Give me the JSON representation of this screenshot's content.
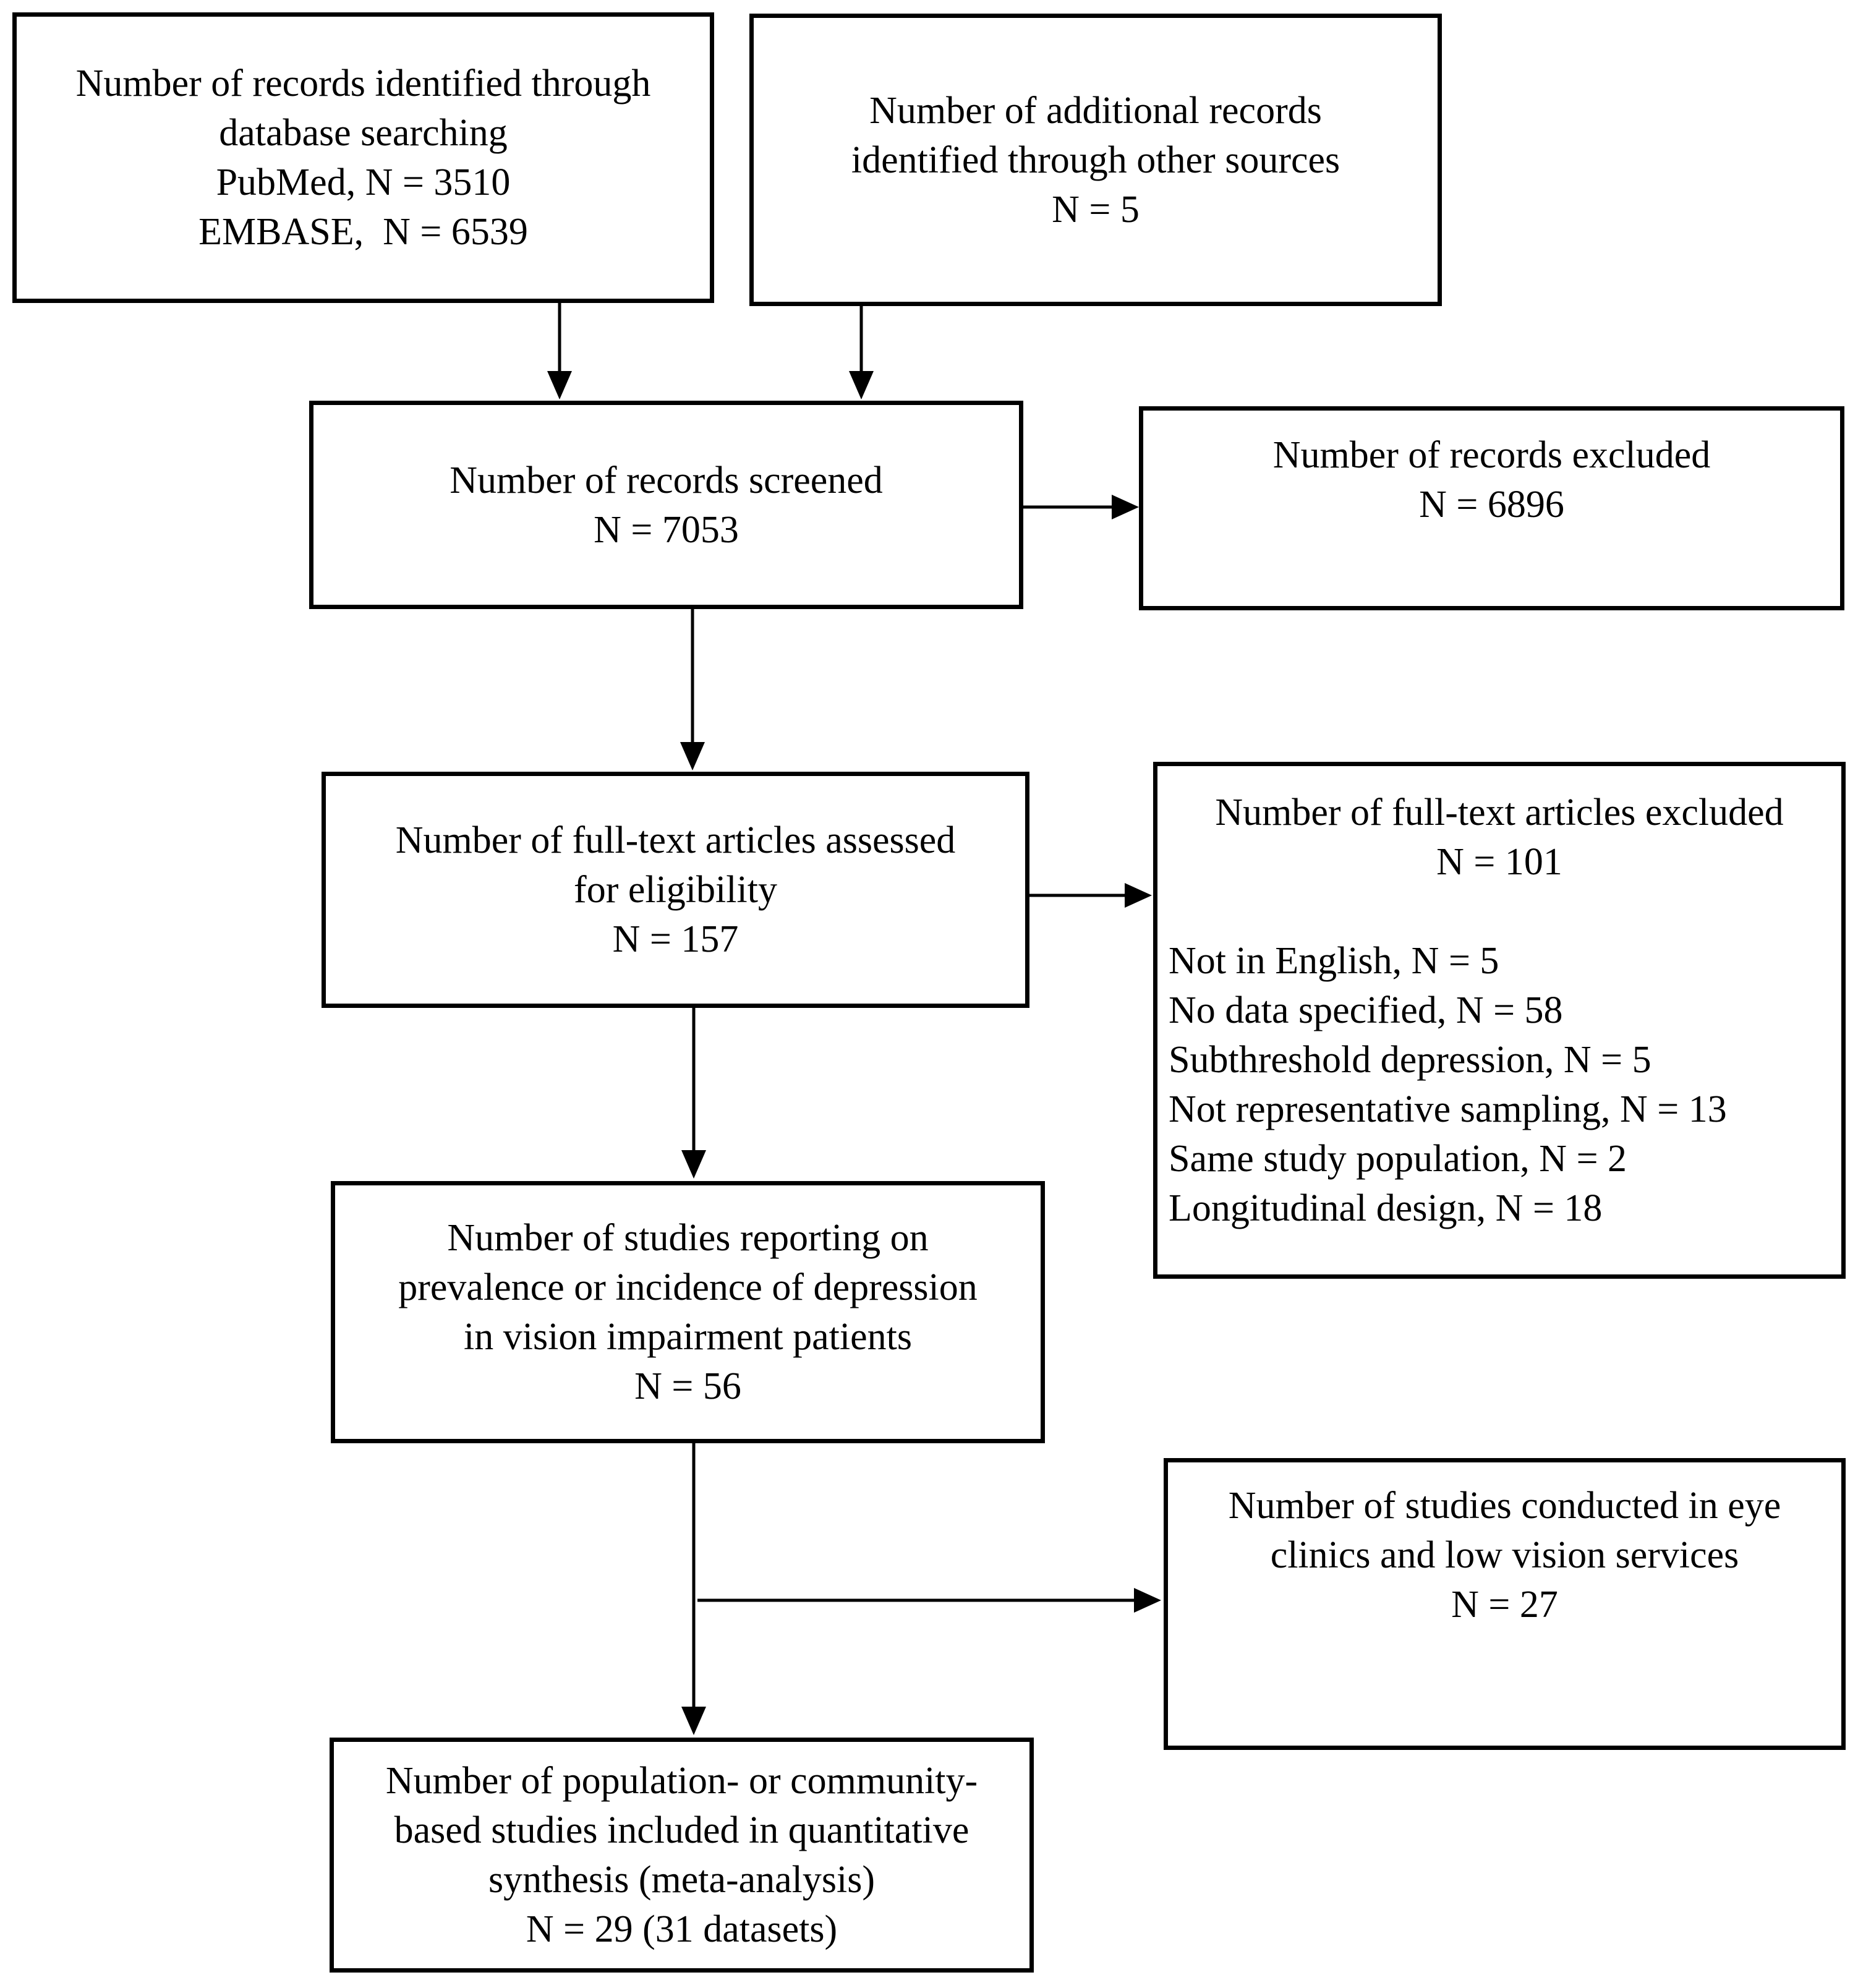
{
  "diagram": {
    "type": "flowchart",
    "description": "Study selection flow diagram (PRISMA-style) for meta-analysis of depression in vision impairment",
    "nodes": {
      "identified_database": {
        "lines": [
          "Number of records identified through",
          "database searching",
          "PubMed, N = 3510",
          "EMBASE,  N = 6539"
        ]
      },
      "identified_other": {
        "lines": [
          "Number of additional records",
          "identified through other sources",
          "N = 5"
        ]
      },
      "screened": {
        "lines": [
          "Number of records screened",
          "N = 7053"
        ]
      },
      "records_excluded": {
        "lines": [
          "Number of records excluded",
          "N = 6896"
        ]
      },
      "fulltext_assessed": {
        "lines": [
          "Number of full-text articles assessed",
          "for eligibility",
          "N = 157"
        ]
      },
      "fulltext_excluded": {
        "header_lines": [
          "Number of full-text articles excluded",
          "N = 101"
        ],
        "reasons": [
          "Not in English, N = 5",
          "No data specified, N = 58",
          "Subthreshold depression, N = 5",
          "Not representative sampling, N = 13",
          "Same study population, N = 2",
          "Longitudinal design, N = 18"
        ]
      },
      "studies_reporting": {
        "lines": [
          "Number of studies reporting on",
          "prevalence or incidence of depression",
          "in vision impairment patients",
          "N = 56"
        ]
      },
      "eye_clinics": {
        "lines": [
          "Number of studies conducted in eye",
          "clinics and low vision services",
          "N = 27"
        ]
      },
      "included_quantitative": {
        "lines": [
          "Number of population- or community-",
          "based studies included in quantitative",
          "synthesis (meta-analysis)",
          "N = 29 (31 datasets)"
        ]
      }
    },
    "edges": [
      {
        "from": "identified_database",
        "to": "screened"
      },
      {
        "from": "identified_other",
        "to": "screened"
      },
      {
        "from": "screened",
        "to": "records_excluded"
      },
      {
        "from": "screened",
        "to": "fulltext_assessed"
      },
      {
        "from": "fulltext_assessed",
        "to": "fulltext_excluded"
      },
      {
        "from": "fulltext_assessed",
        "to": "studies_reporting"
      },
      {
        "from": "studies_reporting",
        "to": "eye_clinics"
      },
      {
        "from": "studies_reporting",
        "to": "included_quantitative"
      }
    ],
    "colors": {
      "line": "#000000",
      "background": "#ffffff",
      "text": "#000000"
    }
  }
}
